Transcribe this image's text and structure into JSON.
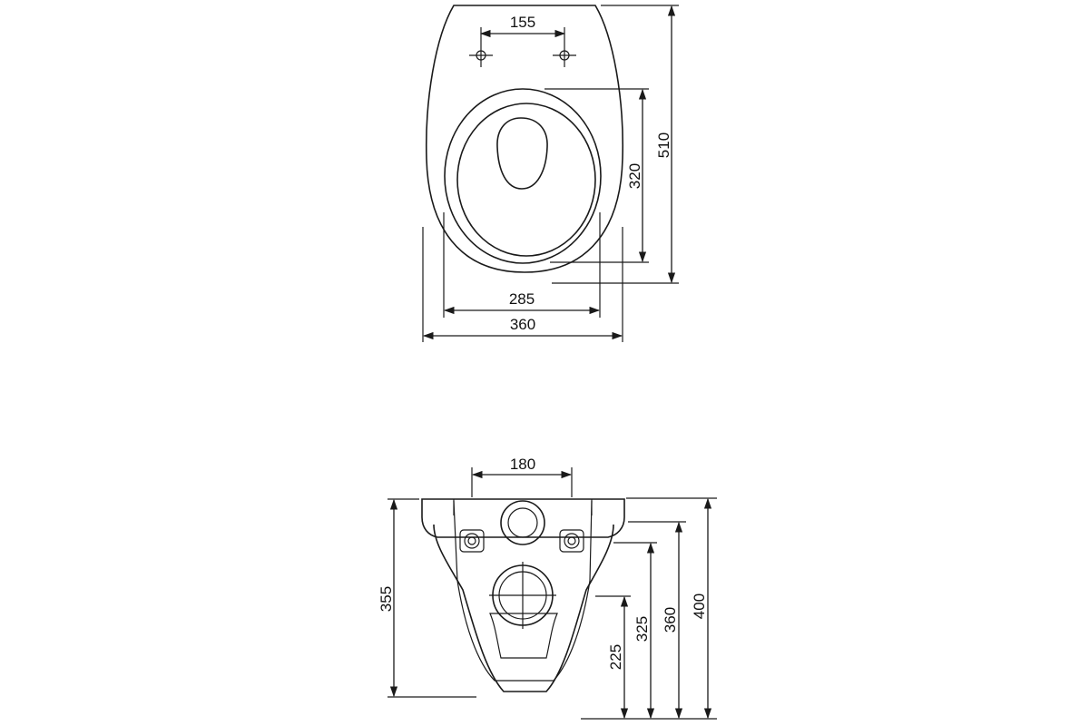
{
  "top_view": {
    "dim_mount_hole_spacing": "155",
    "dim_overall_length": "510",
    "dim_bowl_length": "320",
    "dim_bowl_width": "285",
    "dim_overall_width": "360"
  },
  "front_view": {
    "dim_outlet_spacing": "180",
    "dim_left_height": "355",
    "dim_height_a": "225",
    "dim_height_b": "325",
    "dim_height_c": "360",
    "dim_height_d": "400"
  },
  "colors": {
    "line": "#1a1a1a",
    "background": "#ffffff"
  }
}
